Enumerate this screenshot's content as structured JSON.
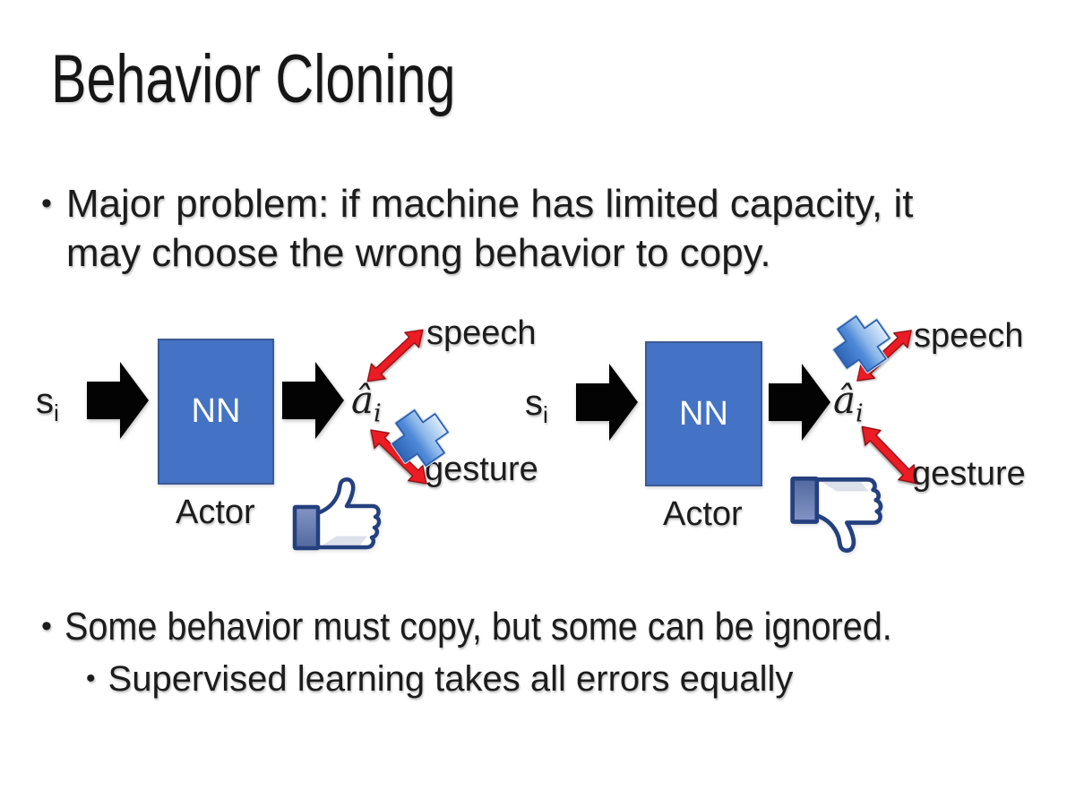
{
  "slide": {
    "title": "Behavior Cloning",
    "bullet_marker": "•",
    "bullets": {
      "main1": "Major problem: if machine has limited capacity, it may choose the wrong behavior to copy.",
      "main2": "Some behavior must copy, but some can be ignored.",
      "sub1": "Supervised learning takes all errors equally"
    }
  },
  "diagram": {
    "left": {
      "state_label": "s",
      "state_sub": "i",
      "nn_label": "NN",
      "actor_label": "Actor",
      "action_label": "â",
      "action_sub": "i",
      "speech_label": "speech",
      "gesture_label": "gesture",
      "crossed_out": "gesture",
      "feedback_icon": "thumbs-up"
    },
    "right": {
      "state_label": "s",
      "state_sub": "i",
      "nn_label": "NN",
      "actor_label": "Actor",
      "action_label": "â",
      "action_sub": "i",
      "speech_label": "speech",
      "gesture_label": "gesture",
      "crossed_out": "speech",
      "feedback_icon": "thumbs-down"
    }
  },
  "colors": {
    "background": "#FFFFFF",
    "text": "#1C1C1C",
    "nn_box_fill": "#4472C4",
    "nn_box_border": "#3B5A94",
    "nn_text": "#FFFFFF",
    "block_arrow": "#030303",
    "double_arrow_red": "#EC1C24",
    "cross_blue": "#4F8AD8",
    "thumb_outline": "#24407E",
    "thumb_cuff": "#5C74AD"
  }
}
